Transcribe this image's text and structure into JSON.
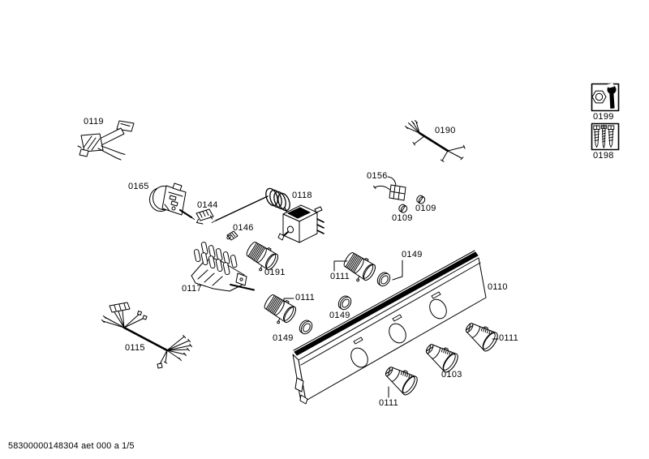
{
  "page": {
    "paper_color": "#ffffff",
    "ink_color": "#000000",
    "footer_text": "58300000148304 aet 000 a 1/5"
  },
  "legend": {
    "tools": {
      "label": "0199",
      "icon": "wrench-and-nut-icon"
    },
    "fasteners": {
      "label": "0198",
      "icon": "screws-icon"
    }
  },
  "labels": {
    "p0119": "0119",
    "p0165": "0165",
    "p0144": "0144",
    "p0146": "0146",
    "p0118": "0118",
    "p0191": "0191",
    "p0117": "0117",
    "p0111a": "0111",
    "p0149a": "0149",
    "p0111b": "0111",
    "p0149b": "0149",
    "p0149c": "0149",
    "p0156": "0156",
    "p0109a": "0109",
    "p0109b": "0109",
    "p0190": "0190",
    "p0110": "0110",
    "p0115": "0115",
    "p0111c": "0111",
    "p0103": "0103",
    "p0111d": "0111"
  }
}
